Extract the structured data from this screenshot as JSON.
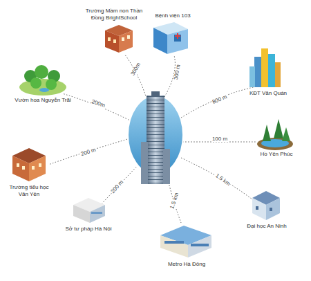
{
  "diagram": {
    "nodes": [
      {
        "text": [
          "Trường Mầm non Thần Đồng BrightSchool"
        ]
      },
      {
        "text": [
          "Bệnh viện 103"
        ]
      },
      {
        "text": [
          "KĐT Văn Quán"
        ]
      },
      {
        "text": [
          "Vườn hoa Nguyễn Trãi"
        ]
      },
      {
        "text": [
          "Hồ Yên Phúc"
        ]
      },
      {
        "text": [
          "Trường tiểu học Văn Yên"
        ]
      },
      {
        "text": [
          "Đại học An Ninh"
        ]
      },
      {
        "text": [
          "Sở tư pháp Hà Nội"
        ]
      },
      {
        "text": [
          "Metro Hà Đông"
        ]
      }
    ],
    "labels": [
      "300m",
      "300 m",
      "800 m",
      "200m",
      "200 m",
      "100 m",
      "200 m",
      "1.5 km",
      "1.5 km"
    ]
  }
}
